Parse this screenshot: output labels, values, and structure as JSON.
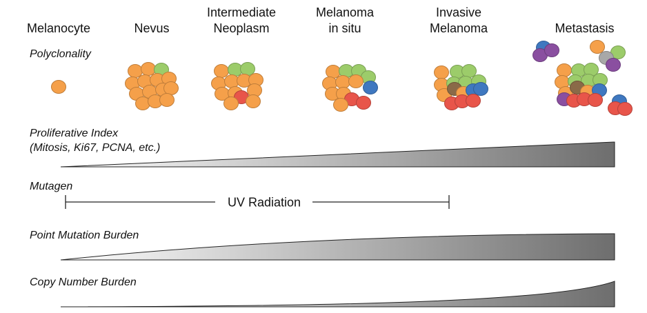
{
  "stages": [
    {
      "line1": "Melanocyte",
      "line2": ""
    },
    {
      "line1": "Nevus",
      "line2": ""
    },
    {
      "line1": "Intermediate",
      "line2": "Neoplasm"
    },
    {
      "line1": "Melanoma",
      "line2": "in situ"
    },
    {
      "line1": "Invasive",
      "line2": "Melanoma"
    },
    {
      "line1": "Metastasis",
      "line2": ""
    }
  ],
  "rows": {
    "polyclonality": "Polyclonality",
    "proliferative_line1": "Proliferative Index",
    "proliferative_line2": "(Mitosis, Ki67, PCNA, etc.)",
    "mutagen": "Mutagen",
    "uv_radiation": "UV Radiation",
    "point_mutation": "Point Mutation Burden",
    "copy_number": "Copy Number Burden"
  },
  "colors": {
    "orange": "#f5a04a",
    "green": "#9ccc6a",
    "red": "#e8554a",
    "blue": "#3f78c0",
    "purple": "#8a4fa0",
    "grey": "#a8a8a8",
    "brown": "#8a6a48",
    "wedge_dark": "#6e6e6e",
    "wedge_light": "#ffffff"
  }
}
